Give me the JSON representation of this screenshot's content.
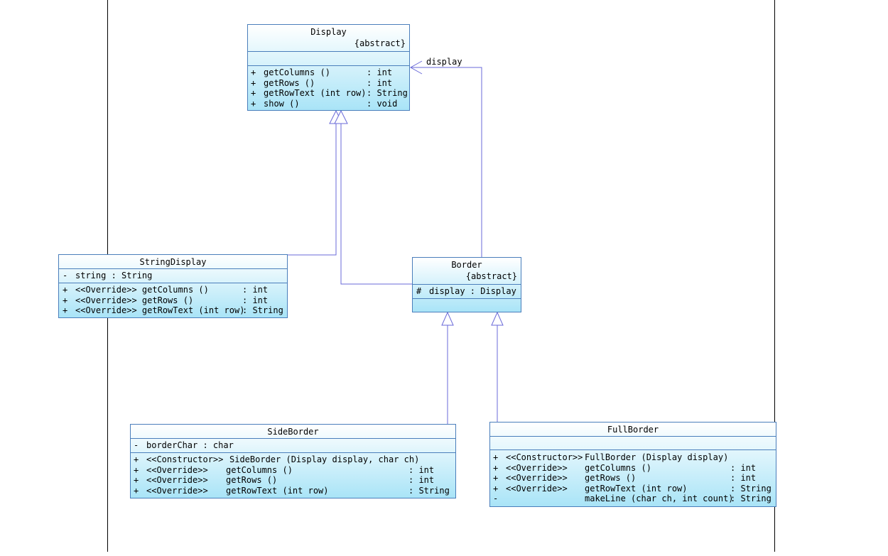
{
  "classes": {
    "display": {
      "name": "Display",
      "stereotype": "{abstract}",
      "operations": [
        {
          "vis": "+",
          "sig": "getColumns ()",
          "type": ": int"
        },
        {
          "vis": "+",
          "sig": "getRows ()",
          "type": ": int"
        },
        {
          "vis": "+",
          "sig": "getRowText (int row)",
          "type": ": String"
        },
        {
          "vis": "+",
          "sig": "show ()",
          "type": ": void"
        }
      ]
    },
    "string_display": {
      "name": "StringDisplay",
      "attributes": [
        {
          "vis": "-",
          "text": "string : String"
        }
      ],
      "operations": [
        {
          "vis": "+",
          "sig": "<<Override>> getColumns ()",
          "type": ": int"
        },
        {
          "vis": "+",
          "sig": "<<Override>> getRows ()",
          "type": ": int"
        },
        {
          "vis": "+",
          "sig": "<<Override>> getRowText (int row)",
          "type": ": String"
        }
      ]
    },
    "border": {
      "name": "Border",
      "stereotype": "{abstract}",
      "attributes": [
        {
          "vis": "#",
          "text": "display : Display"
        }
      ]
    },
    "side_border": {
      "name": "SideBorder",
      "attributes": [
        {
          "vis": "-",
          "text": "borderChar : char"
        }
      ],
      "operations": [
        {
          "vis": "+",
          "stereo": "<<Constructor>>",
          "sig": "SideBorder (Display display, char ch)",
          "type": ""
        },
        {
          "vis": "+",
          "stereo": "<<Override>>",
          "sig": "getColumns ()",
          "type": ": int"
        },
        {
          "vis": "+",
          "stereo": "<<Override>>",
          "sig": "getRows ()",
          "type": ": int"
        },
        {
          "vis": "+",
          "stereo": "<<Override>>",
          "sig": "getRowText (int row)",
          "type": ": String"
        }
      ]
    },
    "full_border": {
      "name": "FullBorder",
      "operations": [
        {
          "vis": "+",
          "stereo": "<<Constructor>>",
          "sig": "FullBorder (Display display)",
          "type": ""
        },
        {
          "vis": "+",
          "stereo": "<<Override>>",
          "sig": "getColumns ()",
          "type": ": int"
        },
        {
          "vis": "+",
          "stereo": "<<Override>>",
          "sig": "getRows ()",
          "type": ": int"
        },
        {
          "vis": "+",
          "stereo": "<<Override>>",
          "sig": "getRowText (int row)",
          "type": ": String"
        },
        {
          "vis": "-",
          "stereo": "",
          "sig": "makeLine (char ch, int count)",
          "type": ": String"
        }
      ]
    }
  },
  "associations": {
    "border_to_display_label": "display"
  },
  "colors": {
    "box_border": "#4a7ebb",
    "box_fill_top": "#ffffff",
    "box_fill_bottom": "#a9e4f7",
    "connector": "#6a6ad8"
  }
}
